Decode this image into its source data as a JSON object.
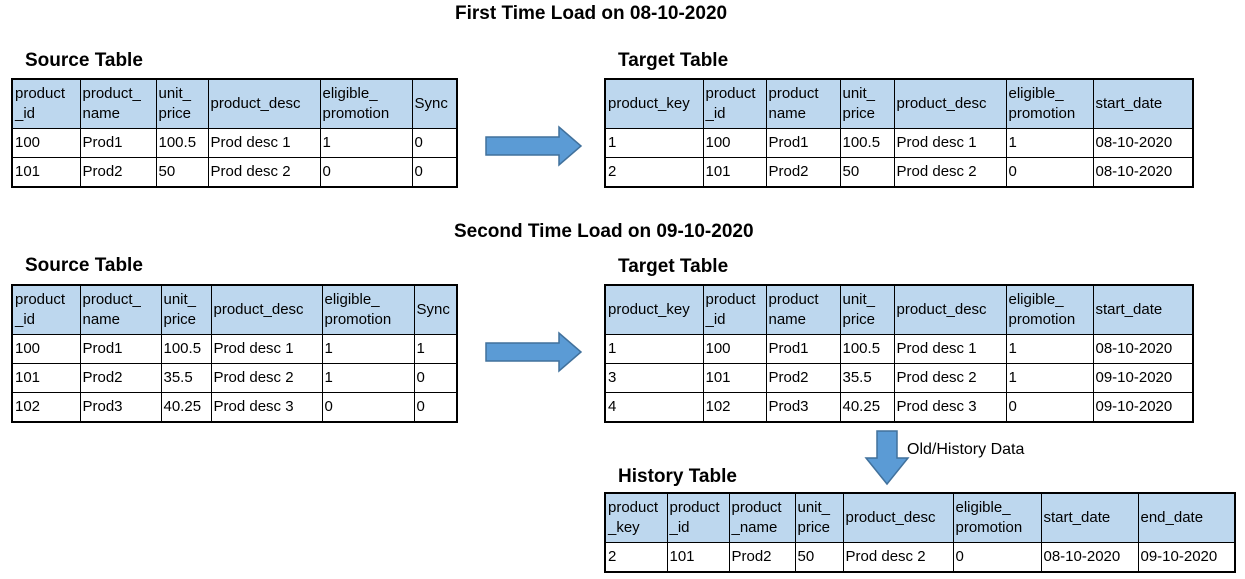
{
  "titles": {
    "first_load": "First Time Load on 08-10-2020",
    "second_load": "Second Time Load on 09-10-2020"
  },
  "labels": {
    "source_table": "Source Table",
    "target_table": "Target Table",
    "history_table": "History Table",
    "history_note": "Old/History Data"
  },
  "colors": {
    "header_fill": "#bdd7ee",
    "arrow_fill": "#5b9bd5",
    "arrow_stroke": "#41719c"
  },
  "first_source": {
    "headers": [
      "product\n_id",
      "product_\nname",
      "unit_\nprice",
      "product_desc",
      "eligible_\npromotion",
      "Sync"
    ],
    "rows": [
      [
        "100",
        "Prod1",
        "100.5",
        "Prod desc 1",
        "1",
        "0"
      ],
      [
        "101",
        "Prod2",
        "50",
        "Prod desc 2",
        "0",
        "0"
      ]
    ]
  },
  "first_target": {
    "headers": [
      "product_key",
      "product\n_id",
      "product\nname",
      "unit_\nprice",
      "product_desc",
      "eligible_\npromotion",
      "start_date"
    ],
    "rows": [
      [
        "1",
        "100",
        "Prod1",
        "100.5",
        "Prod desc 1",
        "1",
        "08-10-2020"
      ],
      [
        "2",
        "101",
        "Prod2",
        "50",
        "Prod desc 2",
        "0",
        "08-10-2020"
      ]
    ]
  },
  "second_source": {
    "headers": [
      "product\n_id",
      "product_\nname",
      "unit_\nprice",
      "product_desc",
      "eligible_\npromotion",
      "Sync"
    ],
    "rows": [
      [
        "100",
        "Prod1",
        "100.5",
        "Prod desc 1",
        "1",
        "1"
      ],
      [
        "101",
        "Prod2",
        "35.5",
        "Prod desc 2",
        "1",
        "0"
      ],
      [
        "102",
        "Prod3",
        "40.25",
        "Prod desc 3",
        "0",
        "0"
      ]
    ]
  },
  "second_target": {
    "headers": [
      "product_key",
      "product\n_id",
      "product\nname",
      "unit_\nprice",
      "product_desc",
      "eligible_\npromotion",
      "start_date"
    ],
    "rows": [
      [
        "1",
        "100",
        "Prod1",
        "100.5",
        "Prod desc 1",
        "1",
        "08-10-2020"
      ],
      [
        "3",
        "101",
        "Prod2",
        "35.5",
        "Prod desc 2",
        "1",
        "09-10-2020"
      ],
      [
        "4",
        "102",
        "Prod3",
        "40.25",
        "Prod desc 3",
        "0",
        "09-10-2020"
      ]
    ]
  },
  "history": {
    "headers": [
      "product\n_key",
      "product\n_id",
      "product\n_name",
      "unit_\nprice",
      "product_desc",
      "eligible_\npromotion",
      "start_date",
      "end_date"
    ],
    "rows": [
      [
        "2",
        "101",
        "Prod2",
        "50",
        "Prod desc 2",
        "0",
        "08-10-2020",
        "09-10-2020"
      ]
    ]
  }
}
